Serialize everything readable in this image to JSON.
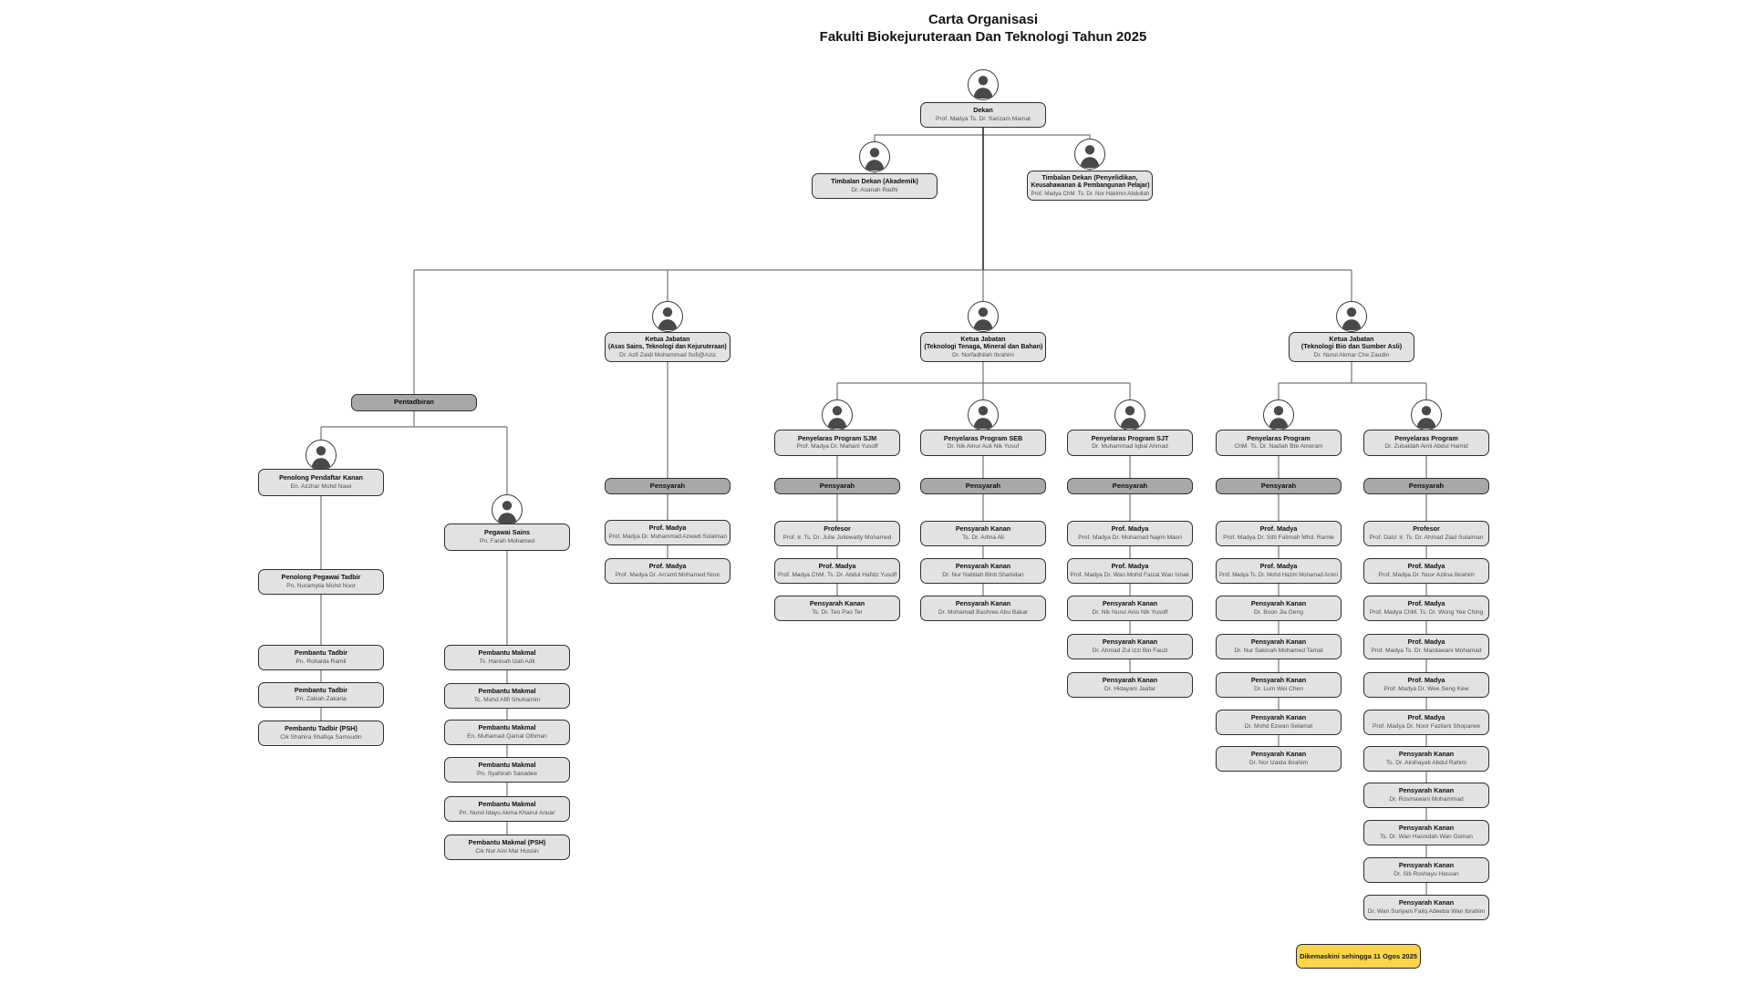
{
  "page_title": {
    "line1": "Carta Organisasi",
    "line2": "Fakulti Biokejuruteraan Dan Teknologi Tahun 2025"
  },
  "badge": {
    "label": "Dikemaskini sehingga 11 Ogos 2025"
  },
  "labels": {
    "pentadbiran": "Pentadbiran",
    "pensyarah": "Pensyarah"
  },
  "colors": {
    "node_fill": "#e2e2e2",
    "header_fill": "#a8a8a8",
    "node_border": "#2f2f2f",
    "line": "#757575",
    "badge_fill": "#fbd449",
    "badge_border": "#2b2b2b"
  },
  "nodes": {
    "dekan": {
      "title": "Dekan",
      "name": "Prof. Madya Ts. Dr. Sarizam Mamat"
    },
    "td_akademik": {
      "title": "Timbalan Dekan (Akademik)",
      "name": "Dr. Asanah Radhi"
    },
    "td_penyelidikan": {
      "title": "Timbalan Dekan (Penyelidikan,",
      "title2": "Keusahawanan & Pembangunan Pelajar)",
      "name": "Prof. Madya ChM. Ts. Dr. Nor Hakimin Abdullah"
    },
    "kj_asas": {
      "title": "Ketua Jabatan",
      "title2": "(Asas Sains, Teknologi dan Kejuruteraan)",
      "name": "Dr. Azfi Zaidi Mohammad Sofi@Aziz"
    },
    "kj_tenaga": {
      "title": "Ketua Jabatan",
      "title2": "(Teknologi Tenaga, Mineral dan Bahan)",
      "name": "Dr. Norfadhilah Ibrahim"
    },
    "kj_bio": {
      "title": "Ketua Jabatan",
      "title2": "(Teknologi Bio dan Sumber Asli)",
      "name": "Dr. Nurul Akmar Che Zaudin"
    },
    "ppk": {
      "title": "Penolong Pendaftar Kanan",
      "name": "En. Azzhar Mohd Nawi"
    },
    "pps": {
      "title": "Pegawai Sains",
      "name": "Pn. Farah Mohamed"
    },
    "ppt": {
      "title": "Penolong Pegawai Tadbir",
      "name": "Pn. Nuramylia Mohd Noor"
    },
    "pt1": {
      "title": "Pembantu Tadbir",
      "name": "Pn. Rohaida Ramli"
    },
    "pt2": {
      "title": "Pembantu Tadbir",
      "name": "Pn. Zakiah Zakaria"
    },
    "pt3": {
      "title": "Pembantu Tadbir (PSH)",
      "name": "Cik Shahira Shafiqa Samsudin"
    },
    "pm1": {
      "title": "Pembantu Makmal",
      "name": "Ts. Hanisah Izati Adli"
    },
    "pm2": {
      "title": "Pembantu Makmal",
      "name": "Tc. Mohd Afifi Shuhaimin"
    },
    "pm3": {
      "title": "Pembantu Makmal",
      "name": "En. Muhamad Qamal Othman"
    },
    "pm4": {
      "title": "Pembantu Makmal",
      "name": "Pn. Syahirah Sanadee"
    },
    "pm5": {
      "title": "Pembantu Makmal",
      "name": "Pn. Nurul Idayu Akma Khairul Anuar"
    },
    "pm6": {
      "title": "Pembantu Makmal (PSH)",
      "name": "Cik Nur Aini Mat Hussin"
    },
    "asas1": {
      "title": "Prof. Madya",
      "name": "Prof. Madya Dr. Muhammad Azwadi Sulaiman"
    },
    "asas2": {
      "title": "Prof. Madya",
      "name": "Prof. Madya Dr. An'amt Mohamed Noor"
    },
    "p_sjm": {
      "title": "Penyelaras Program SJM",
      "name": "Prof. Madya Dr. Mahani Yusoff"
    },
    "sjm1": {
      "title": "Profesor",
      "name": "Prof. Ir. Ts. Dr. Julie Juliewatty Mohamed"
    },
    "sjm2": {
      "title": "Prof. Madya",
      "name": "Prof. Madya ChM. Ts. Dr. Abdul Hafidz Yusoff"
    },
    "sjm3": {
      "title": "Pensyarah Kanan",
      "name": "Ts. Dr. Teo Pao Ter"
    },
    "p_seb": {
      "title": "Penyelaras Program SEB",
      "name": "Dr. Nik Alnur Auli Nik Yusuf"
    },
    "seb1": {
      "title": "Pensyarah Kanan",
      "name": "Ts. Dr. Arlina Ali"
    },
    "seb2": {
      "title": "Pensyarah Kanan",
      "name": "Dr. Nur Nabilah Binti Shahidan"
    },
    "seb3": {
      "title": "Pensyarah Kanan",
      "name": "Dr. Mohamad Bashree Abu Bakar"
    },
    "p_sjt": {
      "title": "Penyelaras Program SJT",
      "name": "Dr. Muhammad Iqbal Ahmad"
    },
    "sjt1": {
      "title": "Prof. Madya",
      "name": "Prof. Madya Dr. Mohamad Najmi Masri"
    },
    "sjt2": {
      "title": "Prof. Madya",
      "name": "Prof. Madya Dr. Wan Mohd Faizal Wan Ishak"
    },
    "sjt3": {
      "title": "Pensyarah Kanan",
      "name": "Dr. Nik Nurul Anis Nik Yusoff"
    },
    "sjt4": {
      "title": "Pensyarah Kanan",
      "name": "Dr. Ahmad Zul Izzi Bin Fauzi"
    },
    "sjt5": {
      "title": "Pensyarah Kanan",
      "name": "Dr. Hidayani Jaafar"
    },
    "p_bio1": {
      "title": "Penyelaras Program",
      "name": "ChM. Ts. Dr. Nadiah Bte Ameram"
    },
    "b1_1": {
      "title": "Prof. Madya",
      "name": "Prof. Madya Dr. Sitti Fatimah Mhd. Ramle"
    },
    "b1_2": {
      "title": "Prof. Madya",
      "name": "Prof. Madya Ts. Dr. Mohd Hazim Mohamad Amini"
    },
    "b1_3": {
      "title": "Pensyarah Kanan",
      "name": "Dr. Boon Jia Geng"
    },
    "b1_4": {
      "title": "Pensyarah Kanan",
      "name": "Dr. Nur Sakinah Mohamed Tamat"
    },
    "b1_5": {
      "title": "Pensyarah Kanan",
      "name": "Dr. Lum Wei Chen"
    },
    "b1_6": {
      "title": "Pensyarah Kanan",
      "name": "Dr. Mohd Ezwan Selamat"
    },
    "b1_7": {
      "title": "Pensyarah Kanan",
      "name": "Dr. Nor Izaida Ibrahim"
    },
    "p_bio2": {
      "title": "Penyelaras Program",
      "name": "Dr. Zubaidah Aimi Abdul Hamid"
    },
    "b2_1": {
      "title": "Profesor",
      "name": "Prof. Dato' Ir. Ts. Dr. Ahmad Ziad Sulaiman"
    },
    "b2_2": {
      "title": "Prof. Madya",
      "name": "Prof. Madya Dr. Noor Azlina Ibrahim"
    },
    "b2_3": {
      "title": "Prof. Madya",
      "name": "Prof. Madya ChM. Ts. Dr. Wong Yee Ching"
    },
    "b2_4": {
      "title": "Prof. Madya",
      "name": "Prof. Madya Ts. Dr. Mardawani Mohamad"
    },
    "b2_5": {
      "title": "Prof. Madya",
      "name": "Prof. Madya Dr. Wee Seng Kew"
    },
    "b2_6": {
      "title": "Prof. Madya",
      "name": "Prof. Madya Dr. Noor Fazliani Shoparwe"
    },
    "b2_7": {
      "title": "Pensyarah Kanan",
      "name": "Ts. Dr. Ainihayati Abdul Rahim"
    },
    "b2_8": {
      "title": "Pensyarah Kanan",
      "name": "Dr. Rosmawani Mohammad"
    },
    "b2_9": {
      "title": "Pensyarah Kanan",
      "name": "Ts. Dr. Wan Hasnidah Wan Osman"
    },
    "b2_10": {
      "title": "Pensyarah Kanan",
      "name": "Dr. Siti Roshayu Hassan"
    },
    "b2_11": {
      "title": "Pensyarah Kanan",
      "name": "Dr. Wan Suriyani Faliq Adeeba Wan Ibrahim"
    }
  }
}
